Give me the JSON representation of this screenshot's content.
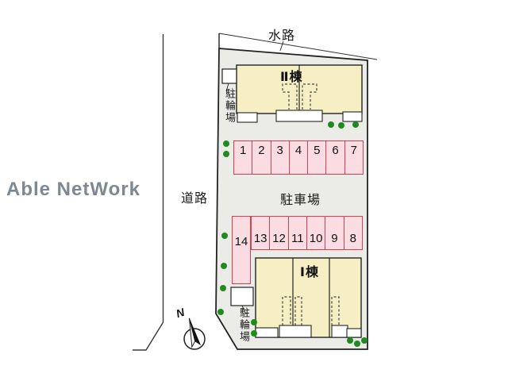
{
  "watermark": {
    "text": "Able NetWork",
    "color": "#7d8893"
  },
  "plan": {
    "waterway_label": "水路",
    "road_label": "道路",
    "parking_lot_label": "駐車場",
    "bicycle_parking_top_label": "駐輪場",
    "bicycle_parking_bottom_label": "駐輪場",
    "building_top_label": "Ⅱ棟",
    "building_bottom_label": "Ⅰ棟",
    "compass_label": "N"
  },
  "parking": {
    "row_top": [
      "1",
      "2",
      "3",
      "4",
      "5",
      "6",
      "7"
    ],
    "row_bottom": [
      "14",
      "13",
      "12",
      "11",
      "10",
      "9",
      "8"
    ]
  },
  "colors": {
    "building_fill": "#f6efc3",
    "stall_fill": "#fadce2",
    "stall_border": "#d8404e",
    "site_fill": "#ebebe8",
    "tree_green": "#1f8b1f",
    "outline": "#222222",
    "watermark_gray": "#7d8893"
  }
}
